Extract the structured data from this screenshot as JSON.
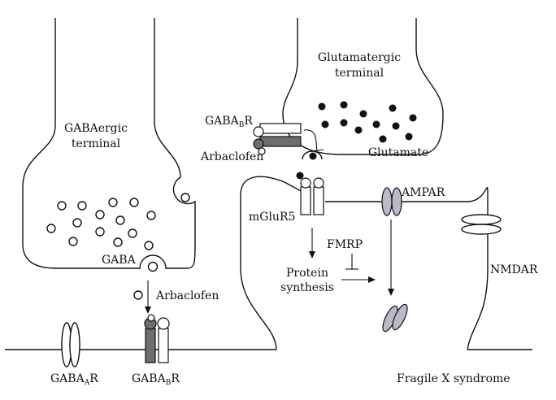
{
  "labels": {
    "gaba_terminal_1": "GABAergic",
    "gaba_terminal_2": "terminal",
    "glu_terminal_1": "Glutamatergic",
    "glu_terminal_2": "terminal",
    "gaba": "GABA",
    "arbaclofen_bottom": "Arbaclofen",
    "arbaclofen_top": "Arbaclofen",
    "gabab_top_main": "GABA",
    "gabab_top_sub": "B",
    "gabab_top_r": "R",
    "glutamate": "Glutamate",
    "mglur5": "mGluR5",
    "ampar": "AMPAR",
    "nmdar": "NMDAR",
    "fmrp": "FMRP",
    "protein_1": "Protein",
    "protein_2": "synthesis",
    "gabaa_main": "GABA",
    "gabaa_sub": "A",
    "gabaa_r": "R",
    "gabab_bottom_main": "GABA",
    "gabab_bottom_sub": "B",
    "gabab_bottom_r": "R",
    "fragile_x": "Fragile  X  syndrome"
  },
  "colors": {
    "line": "#111111",
    "receptor_dark": "#6e6e6e",
    "ampar_fill": "#b9b9c8",
    "background": "#ffffff"
  }
}
